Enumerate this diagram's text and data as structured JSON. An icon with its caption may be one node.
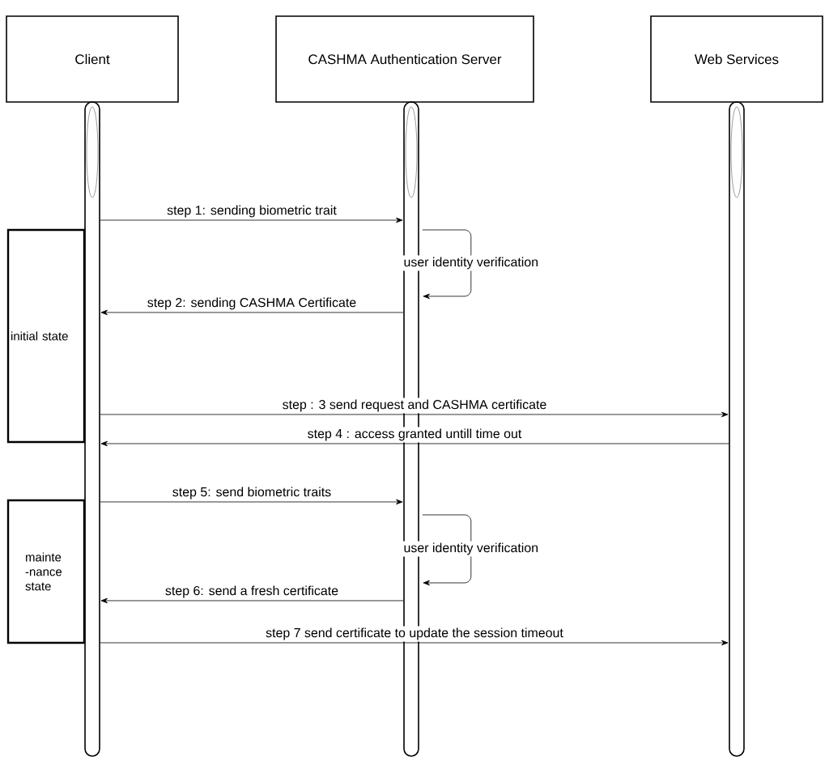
{
  "diagram": {
    "nodes": [
      {
        "text": [
          "Client"
        ]
      },
      {
        "text": [
          "CASHMA Authentication Server"
        ]
      },
      {
        "text": [
          "Web Services"
        ]
      },
      {
        "text": [],
        "shape": "bar"
      },
      {
        "text": [],
        "shape": "bar"
      },
      {
        "text": [],
        "shape": "bar"
      },
      {
        "text": [
          "initial state"
        ]
      },
      {
        "text": [
          "mainte -nance state"
        ]
      }
    ],
    "edges": [
      {
        "from": 3,
        "to": 4,
        "arrow": "to",
        "label": "step 1: sending biometric trait"
      },
      {
        "from": 4,
        "to": 4,
        "arrow": "to",
        "label": "user identity verification"
      },
      {
        "from": 4,
        "to": 3,
        "arrow": "to",
        "label": "step 2: sending CASHMA Certificate"
      },
      {
        "from": 3,
        "to": 5,
        "arrow": "to",
        "label": "step : 3 send request and CASHMA certificate"
      },
      {
        "from": 5,
        "to": 3,
        "arrow": "to",
        "label": "step 4 : access granted untill time out"
      },
      {
        "from": 3,
        "to": 4,
        "arrow": "to",
        "label": "step 5: send biometric traits"
      },
      {
        "from": 4,
        "to": 4,
        "arrow": "to",
        "label": "user identity verification"
      },
      {
        "from": 4,
        "to": 3,
        "arrow": "to",
        "label": "step 6: send a fresh certificate"
      },
      {
        "from": 3,
        "to": 5,
        "arrow": "to",
        "label": "step 7 send certificate to update the session timeout"
      }
    ]
  }
}
